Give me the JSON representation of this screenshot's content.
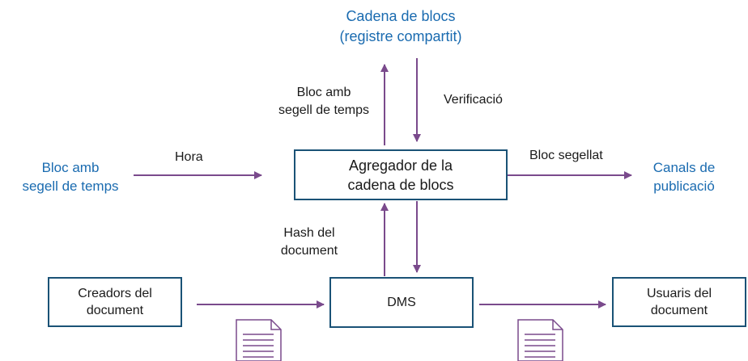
{
  "colors": {
    "arrow": "#7a4a8c",
    "box_border": "#1a5276",
    "label_blue": "#1a6bb0"
  },
  "nodes": {
    "blockchain": {
      "line1": "Cadena de blocs",
      "line2": "(registre compartit)"
    },
    "timestamp_source": {
      "line1": "Bloc amb",
      "line2": "segell de temps"
    },
    "aggregator": {
      "line1": "Agregador de la",
      "line2": "cadena de blocs"
    },
    "publication": {
      "line1": "Canals de",
      "line2": "publicació"
    },
    "creators": {
      "line1": "Creadors del",
      "line2": "document"
    },
    "dms": {
      "label": "DMS"
    },
    "users": {
      "line1": "Usuaris del",
      "line2": "document"
    }
  },
  "edges": {
    "timestamped_block": {
      "line1": "Bloc amb",
      "line2": "segell de temps"
    },
    "verification": {
      "label": "Verificació"
    },
    "time": {
      "label": "Hora"
    },
    "sealed_block": {
      "label": "Bloc segellat"
    },
    "document_hash": {
      "line1": "Hash del",
      "line2": "document"
    }
  },
  "icons": [
    "document-icon",
    "document-icon"
  ]
}
